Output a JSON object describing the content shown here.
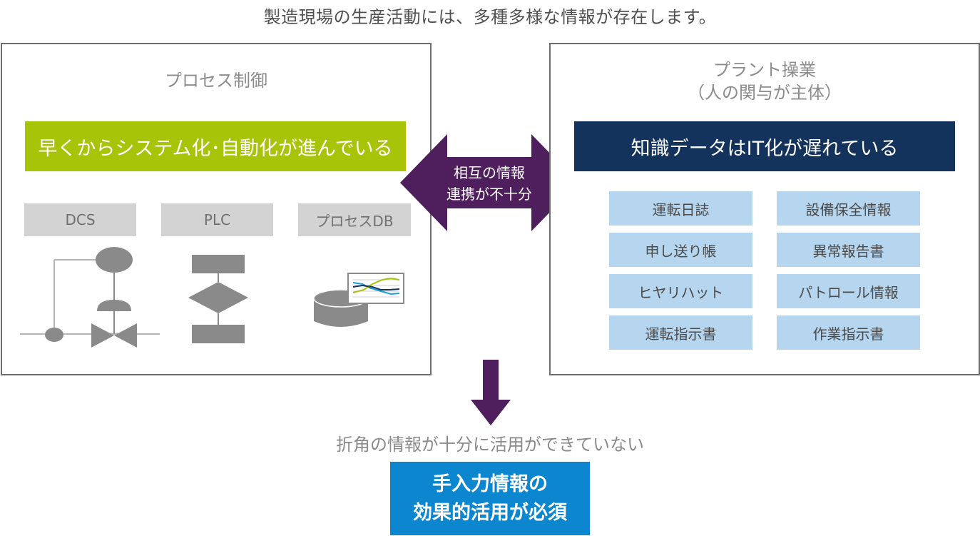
{
  "headline": "製造現場の生産活動には、多種多様な情報が存在します。",
  "left_panel": {
    "title": "プロセス制御",
    "banner": "早くからシステム化･自動化が進んでいる",
    "systems": [
      "DCS",
      "PLC",
      "プロセスDB"
    ]
  },
  "center_arrow": {
    "line1": "相互の情報",
    "line2": "連携が不十分"
  },
  "right_panel": {
    "title_line1": "プラント操業",
    "title_line2": "（人の関与が主体）",
    "banner": "知識データはIT化が遅れている",
    "info_items": [
      "運転日誌",
      "設備保全情報",
      "申し送り帳",
      "異常報告書",
      "ヒヤリハット",
      "パトロール情報",
      "運転指示書",
      "作業指示書"
    ]
  },
  "conclusion": "折角の情報が十分に活用ができていない",
  "key_box": {
    "line1": "手入力情報の",
    "line2": "効果的活用が必須"
  },
  "colors": {
    "left_banner": "#a8c408",
    "right_banner": "#13325c",
    "arrow": "#4e1f5c",
    "key_box": "#0b86cf",
    "info_box": "#b6d6ef",
    "system_box": "#d3d3d3"
  }
}
